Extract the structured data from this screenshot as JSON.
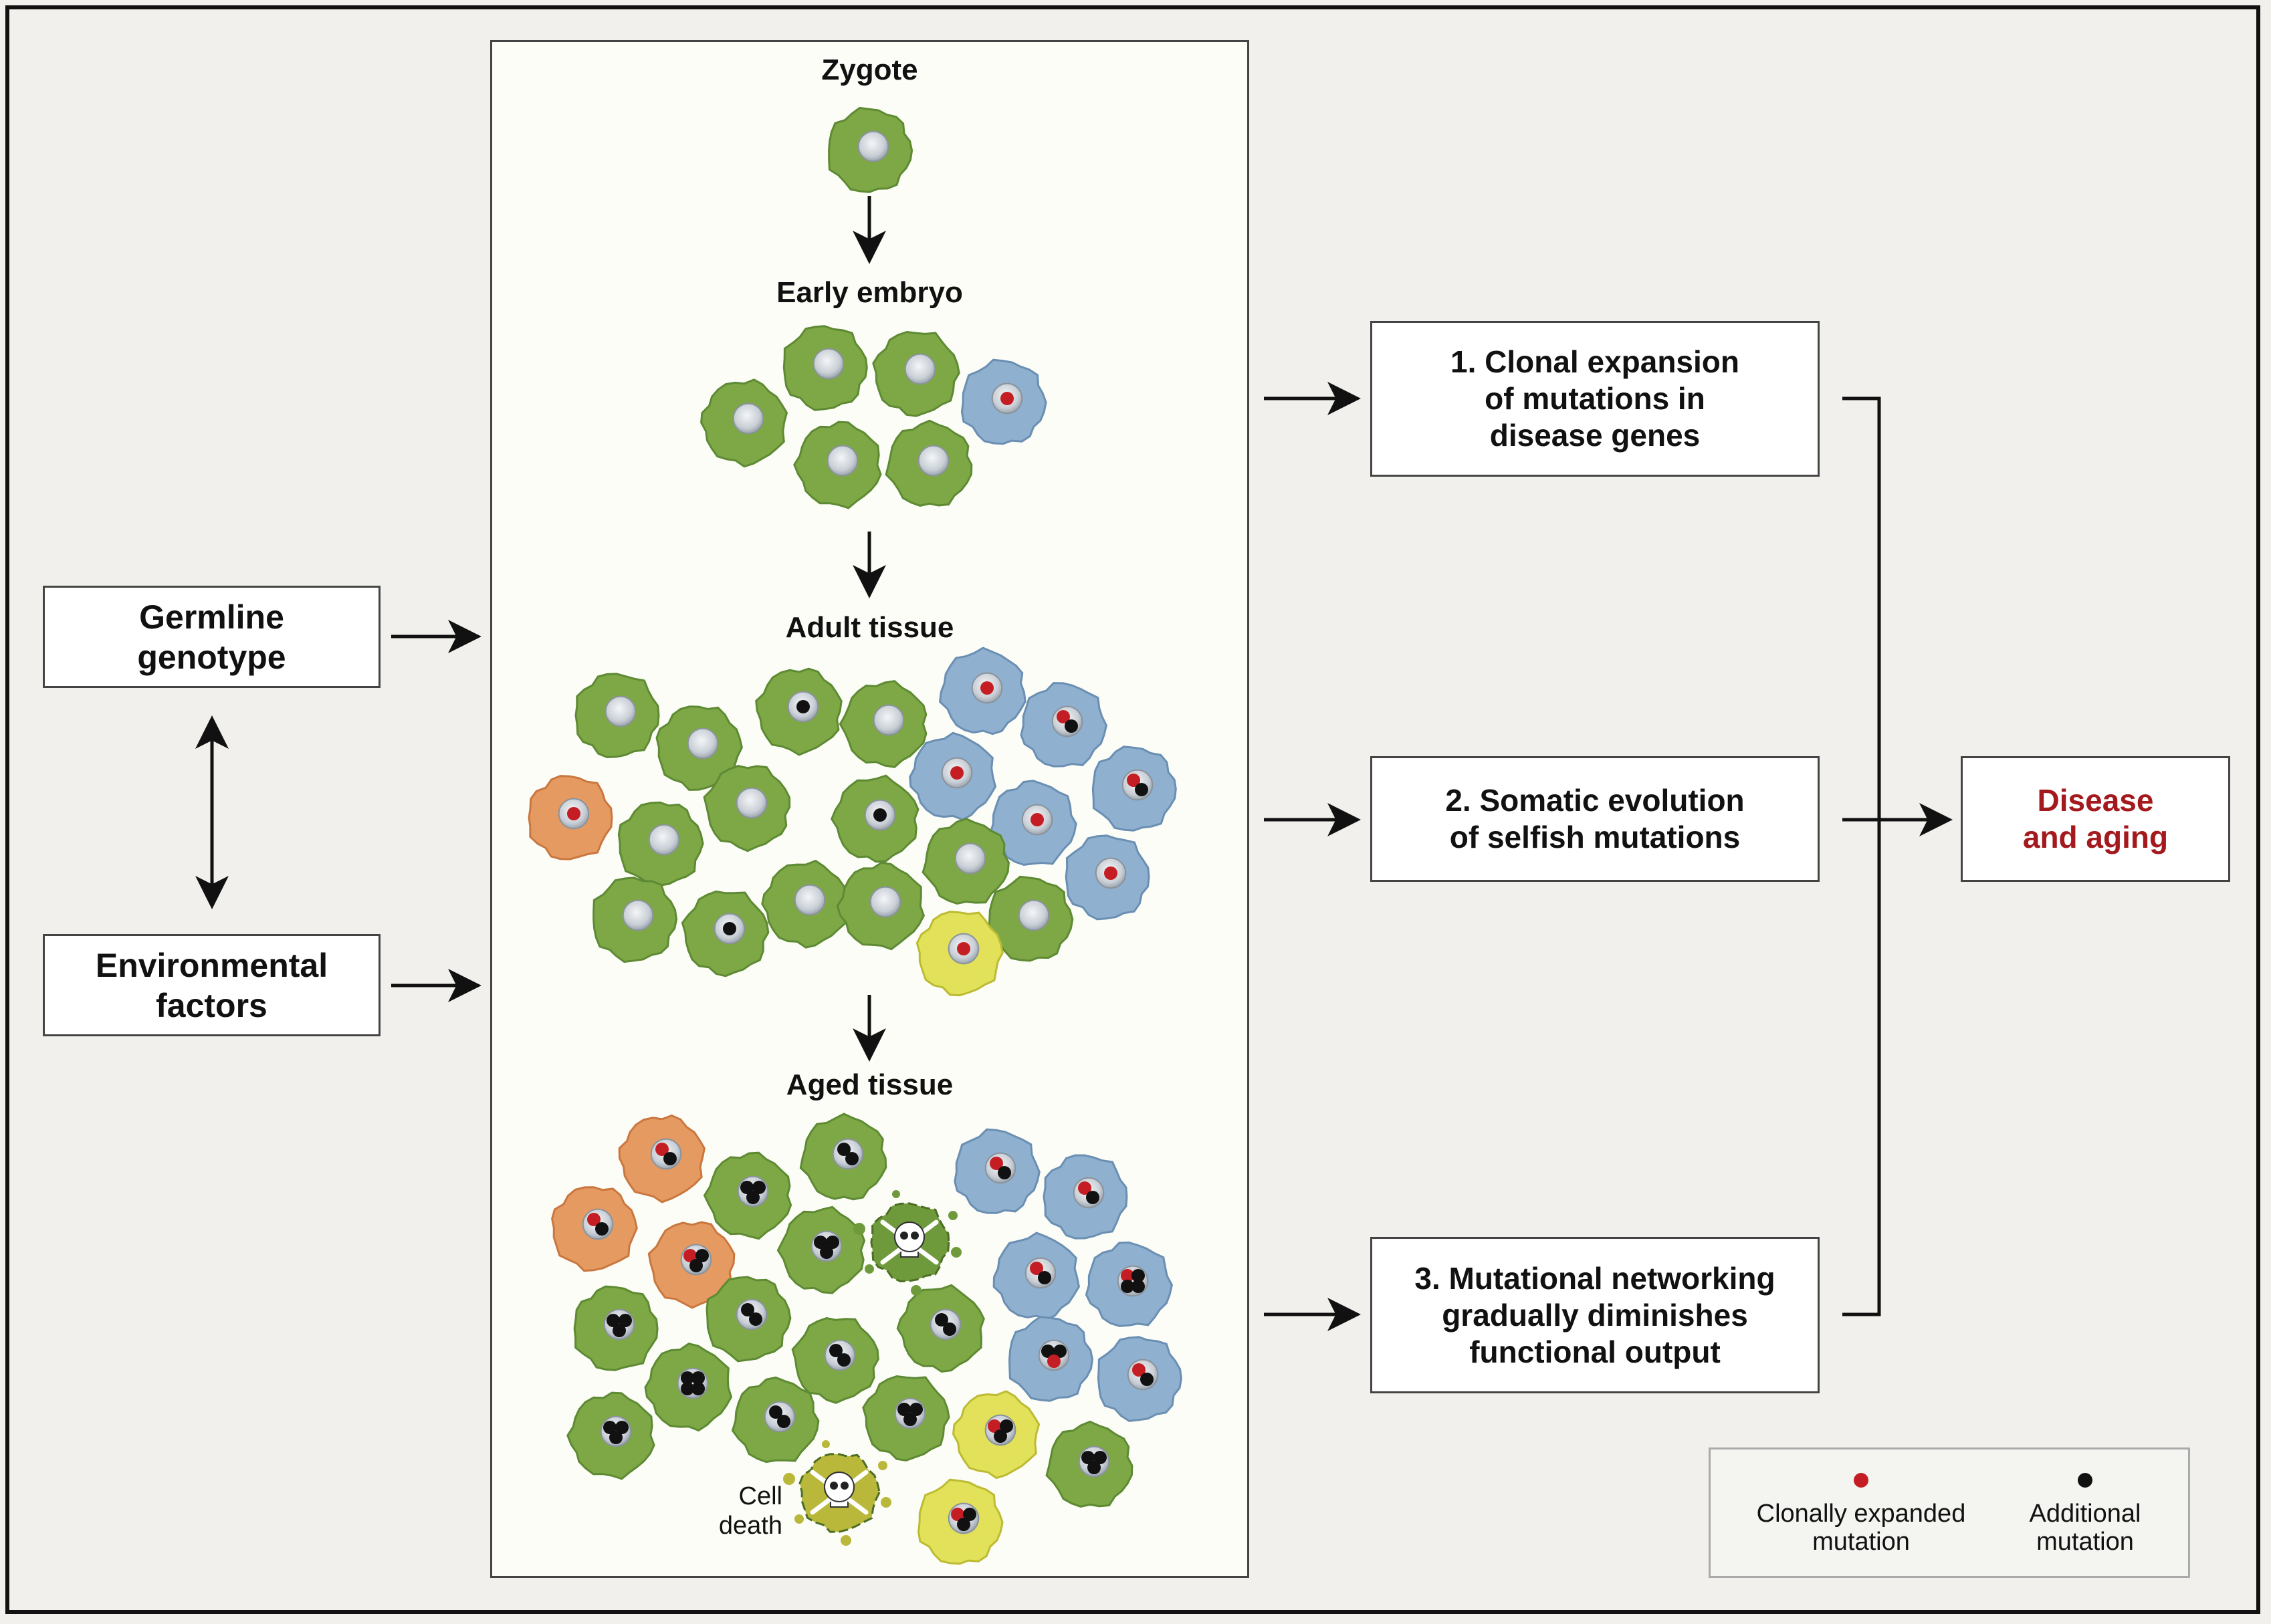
{
  "left_boxes": {
    "germline": [
      "Germline",
      "genotype"
    ],
    "environmental": [
      "Environmental",
      "factors"
    ]
  },
  "stages": {
    "zygote": "Zygote",
    "early_embryo": "Early embryo",
    "adult_tissue": "Adult tissue",
    "aged_tissue": "Aged tissue",
    "cell_death": [
      "Cell",
      "death"
    ]
  },
  "mechanisms": [
    [
      "1. Clonal expansion",
      "of mutations in",
      "disease genes"
    ],
    [
      "2. Somatic evolution",
      "of selfish mutations"
    ],
    [
      "3. Mutational networking",
      "gradually diminishes",
      "functional output"
    ]
  ],
  "outcome": [
    "Disease",
    "and aging"
  ],
  "legend": {
    "clonal": [
      "Clonally expanded",
      "mutation"
    ],
    "additional": [
      "Additional",
      "mutation"
    ]
  },
  "colors": {
    "green": "#7ea846",
    "blue": "#8fb0cf",
    "orange": "#e59a62",
    "yellow": "#e2e15a",
    "red_mutation": "#c41e24",
    "black_mutation": "#111111",
    "outcome_text": "#a3191d"
  }
}
